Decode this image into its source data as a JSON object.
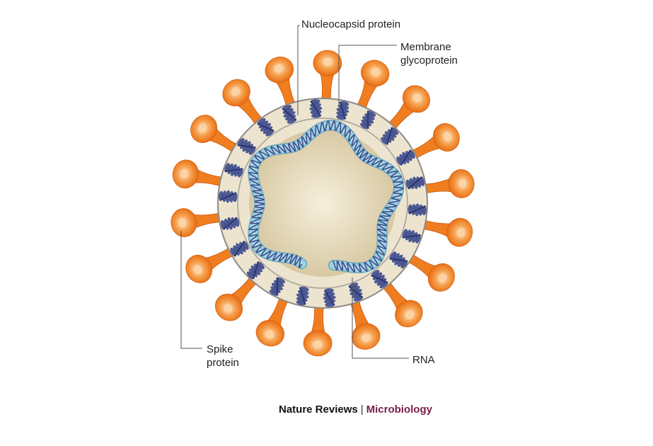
{
  "labels": {
    "nucleocapsid": "Nucleocapsid protein",
    "membrane_line1": "Membrane",
    "membrane_line2": "glycoprotein",
    "spike_line1": "Spike",
    "spike_line2": "protein",
    "rna": "RNA"
  },
  "credit": {
    "journal": "Nature Reviews",
    "separator": "|",
    "section": "Microbiology"
  },
  "colors": {
    "spike": "#f07d1f",
    "spike_highlight": "#fbd3a6",
    "envelope": "#ece4cf",
    "envelope_stroke": "#8f8a86",
    "core": "#d8c9a3",
    "membrane_protein": "#3d4a8c",
    "nucleocapsid": "#9dd3e0",
    "rna": "#3d4a8c",
    "journal_text": "#111111",
    "section_text": "#7a1e4a",
    "leader_line": "#555555"
  }
}
